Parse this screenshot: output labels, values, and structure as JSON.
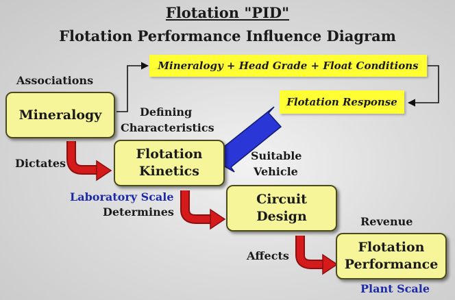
{
  "title": "Flotation \"PID\"",
  "subtitle": "Flotation Performance Influence Diagram",
  "equation": "Mineralogy + Head Grade + Float Conditions",
  "response": "Flotation Response",
  "boxes": {
    "mineralogy": "Mineralogy",
    "kinetics_line1": "Flotation",
    "kinetics_line2": "Kinetics",
    "circuit_line1": "Circuit",
    "circuit_line2": "Design",
    "performance_line1": "Flotation",
    "performance_line2": "Performance"
  },
  "labels": {
    "associations": "Associations",
    "defining_line1": "Defining",
    "defining_line2": "Characteristics",
    "dictates": "Dictates",
    "suitable_line1": "Suitable",
    "suitable_line2": "Vehicle",
    "laboratory_scale": "Laboratory Scale",
    "determines": "Determines",
    "revenue": "Revenue",
    "affects": "Affects",
    "plant_scale": "Plant Scale"
  },
  "colors": {
    "box_fill": "#f6f59a",
    "highlight_fill": "#ffff33",
    "red_arrow": "#d41a1a",
    "blue_arrow": "#2a36d6",
    "scale_text": "#1d2aa8"
  }
}
